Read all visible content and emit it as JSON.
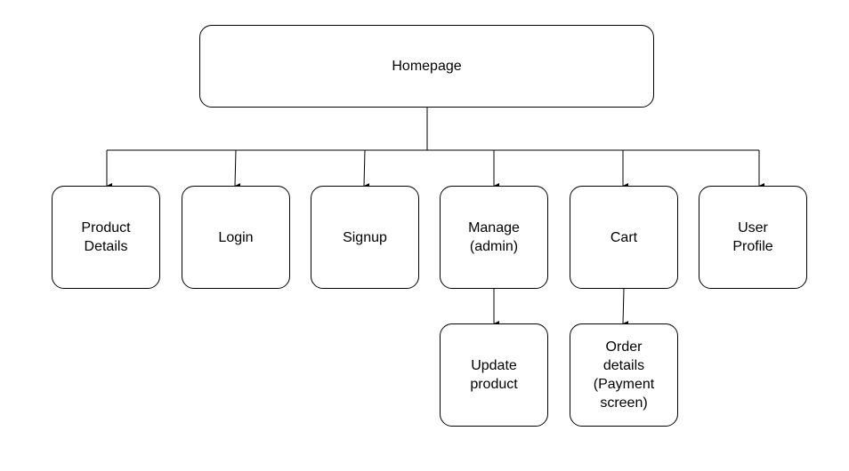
{
  "diagram": {
    "root": {
      "id": "homepage",
      "label": "Homepage"
    },
    "children": [
      {
        "id": "product-details",
        "label": "Product\nDetails"
      },
      {
        "id": "login",
        "label": "Login"
      },
      {
        "id": "signup",
        "label": "Signup"
      },
      {
        "id": "manage-admin",
        "label": "Manage\n(admin)"
      },
      {
        "id": "cart",
        "label": "Cart"
      },
      {
        "id": "user-profile",
        "label": "User\nProfile"
      }
    ],
    "grandchildren": [
      {
        "id": "update-product",
        "label": "Update\nproduct",
        "parent": "manage-admin"
      },
      {
        "id": "order-details",
        "label": "Order\ndetails\n(Payment\nscreen)",
        "parent": "cart"
      }
    ],
    "colors": {
      "stroke": "#000000",
      "background": "#ffffff",
      "text": "#000000"
    }
  }
}
